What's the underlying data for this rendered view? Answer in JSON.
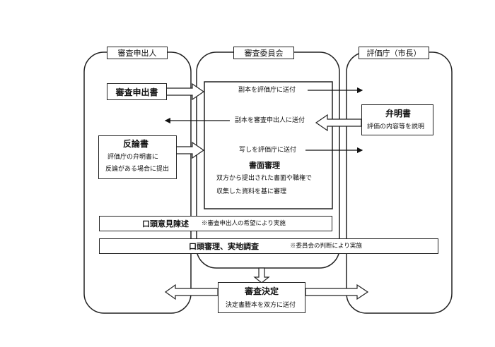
{
  "columns": {
    "left": "審査申出人",
    "center": "審査委員会",
    "right": "評価庁（市長）"
  },
  "applicant": {
    "request_doc": "審査申出書",
    "rebuttal_title": "反論書",
    "rebuttal_line1": "評価庁の弁明書に",
    "rebuttal_line2": "反論がある場合に提出"
  },
  "committee": {
    "send_copy_to_agency": "副本を評価庁に送付",
    "send_copy_to_applicant": "副本を審査申出人に送付",
    "send_transcript_to_agency": "写しを評価庁に送付",
    "review_title": "書面審理",
    "review_line1": "双方から提出された書面や職権で",
    "review_line2": "収集した資料を基に審理"
  },
  "agency": {
    "explanation_title": "弁明書",
    "explanation_desc": "評価の内容等を説明"
  },
  "oral_statement": {
    "title": "口頭意見陳述",
    "note": "※審査申出人の希望により実施"
  },
  "oral_review": {
    "title": "口頭審理、実地調査",
    "note": "※委員会の判断により実施"
  },
  "decision": {
    "title": "審査決定",
    "desc": "決定書謄本を双方に送付"
  }
}
